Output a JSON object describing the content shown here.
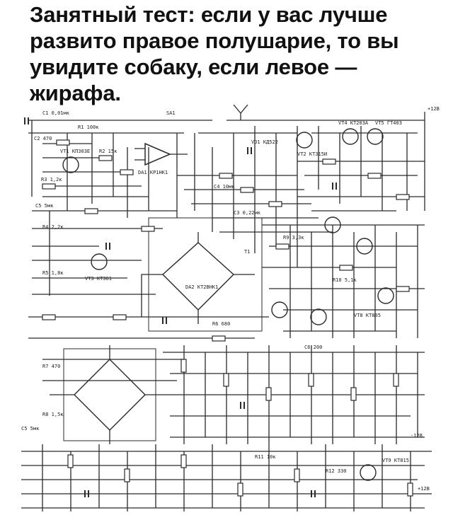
{
  "caption": {
    "lines": [
      "Занятный тест: если у вас лучше",
      "развито правое полушарие, то вы",
      "увидите собаку, если левое —",
      "жирафа."
    ],
    "color": "#111111"
  },
  "schematic": {
    "ink_color": "#2a2a2a",
    "labels": {
      "r1": "R1 100к",
      "r2": "R2 15к",
      "r3": "R3 1,2к",
      "r4": "R4 2,2к",
      "r5": "R5 1,8к",
      "r6": "R6 680",
      "r7": "R7 470",
      "r8": "R8 1,5к",
      "c1": "C1 0,01мк",
      "c2": "C2 470",
      "c3": "C3 0,22мк",
      "c4": "C4 10мк",
      "vt1": "VT1 КП303Е",
      "vt2": "VT2 КТ315И",
      "vt3": "VT3 КТ361",
      "vt4": "VT4 КТ203А",
      "vt5": "VT5 ГТ403",
      "vd1": "VD1 КД522",
      "da1": "DA1 КР1НК1",
      "da2": "DA2 КТ2ВНК1",
      "plus12": "+12В",
      "minus12": "-12В",
      "sa1": "SA1",
      "ti": "Т1",
      "r9": "R9 3,3к",
      "r10": "R10 5,1к",
      "c5": "C5 5мк",
      "c6": "C6 200",
      "r11": "R11 10к",
      "r12": "R12 330",
      "vt8": "VT8 КТ805",
      "vt9": "VT9 КТ815"
    }
  }
}
